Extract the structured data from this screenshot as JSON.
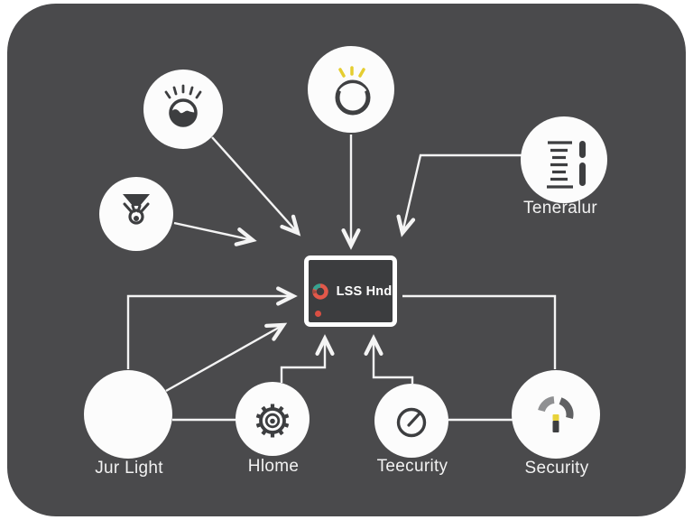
{
  "hub": {
    "label": "LSS Hnd",
    "logo_icon": "donut-logo-icon",
    "logo_primary_color": "#e2584a",
    "logo_accent_color": "#36a390",
    "status_dot_color": "#d94f43"
  },
  "nodes": {
    "sunrise": {
      "icon": "sunrise-brightness-icon"
    },
    "funnel": {
      "icon": "funnel-sensor-icon"
    },
    "smart_bulb": {
      "icon": "glowing-ring-icon",
      "spark_color": "#e5cd30"
    },
    "thermostat": {
      "icon": "temperature-scale-icon",
      "label": "Teneralur"
    },
    "jur_light": {
      "icon": "plain-circle",
      "label": "Jur Light"
    },
    "hlome": {
      "icon": "gear-icon",
      "label": "Hlome"
    },
    "teecurity": {
      "icon": "gauge-icon",
      "label": "Teecurity"
    },
    "security": {
      "icon": "donut-chart-icon",
      "label": "Security",
      "accent_color": "#e8d23a"
    }
  },
  "colors": {
    "panel_background": "#4a4a4c",
    "node_fill": "#fcfcfc",
    "icon_dark": "#3d3e40",
    "connector": "#f4f4f4",
    "hub_screen": "#3c3d3f"
  }
}
